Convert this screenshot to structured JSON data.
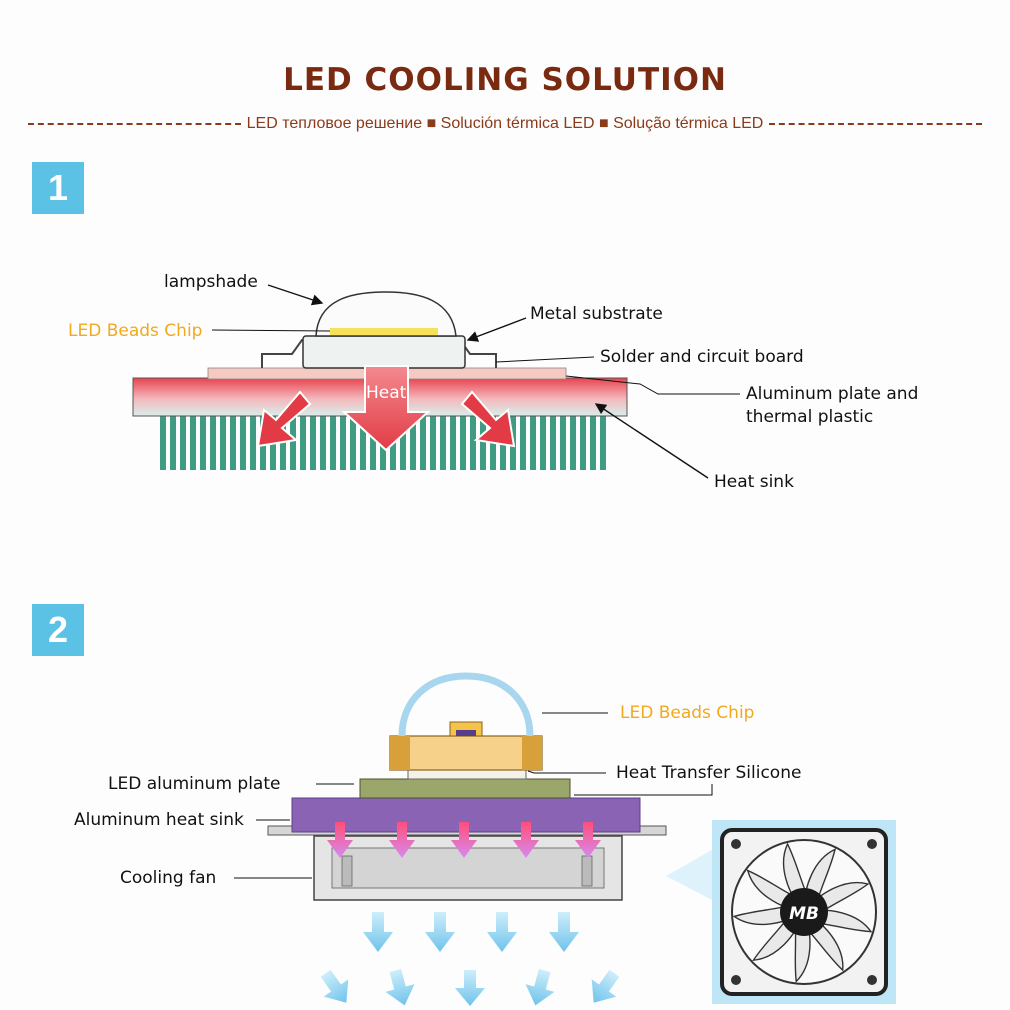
{
  "header": {
    "title": "LED COOLING SOLUTION",
    "subtitle": "LED тепловое решение ■ Solución térmica LED ■ Solução térmica LED"
  },
  "section1": {
    "number": "1",
    "labels": {
      "lampshade": "lampshade",
      "led_chip": "LED Beads Chip",
      "metal_substrate": "Metal substrate",
      "solder": "Solder and circuit board",
      "aluminum_plate_line1": "Aluminum plate and",
      "aluminum_plate_line2": "thermal plastic",
      "heat_sink": "Heat sink",
      "heat": "Heat"
    }
  },
  "section2": {
    "number": "2",
    "labels": {
      "led_chip": "LED Beads Chip",
      "led_plate": "LED aluminum plate",
      "silicone": "Heat Transfer Silicone",
      "heat_sink": "Aluminum heat sink",
      "fan": "Cooling fan",
      "fan_logo": "MB"
    }
  },
  "colors": {
    "title": "#7a2a10",
    "badge": "#5bc2e6",
    "orange_label": "#f2a91c",
    "fin": "#3f9b82",
    "heat_arrow": "#e8434e",
    "heat_sink_2": "#8a63b5",
    "air_arrow": "#8ad0ef"
  }
}
